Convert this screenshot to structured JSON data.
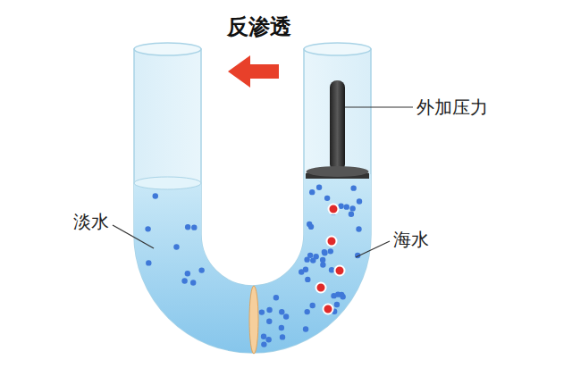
{
  "diagram": {
    "title": "反渗透",
    "labels": [
      "外加压力",
      "淡水",
      "海水"
    ]
  }
}
